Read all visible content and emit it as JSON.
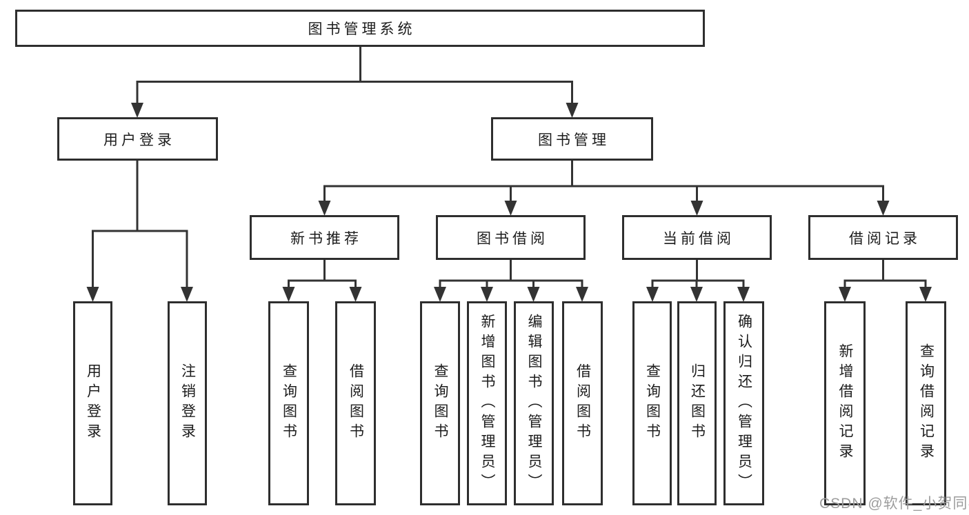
{
  "colors": {
    "line": "#333333",
    "box_border": "#2e2e2e",
    "text": "#1c1c1c",
    "watermark": "#9c9c9c",
    "background": "#ffffff"
  },
  "tree": {
    "root": {
      "label": "图书管理系统",
      "children": [
        {
          "label": "用户登录",
          "children": [
            {
              "label": "用户登录"
            },
            {
              "label": "注销登录"
            }
          ]
        },
        {
          "label": "图书管理",
          "children": [
            {
              "label": "新书推荐",
              "children": [
                {
                  "label": "查询图书"
                },
                {
                  "label": "借阅图书"
                }
              ]
            },
            {
              "label": "图书借阅",
              "children": [
                {
                  "label": "查询图书"
                },
                {
                  "label": "新增图书（管理员）"
                },
                {
                  "label": "编辑图书（管理员）"
                },
                {
                  "label": "借阅图书"
                }
              ]
            },
            {
              "label": "当前借阅",
              "children": [
                {
                  "label": "查询图书"
                },
                {
                  "label": "归还图书"
                },
                {
                  "label": "确认归还（管理员）"
                }
              ]
            },
            {
              "label": "借阅记录",
              "children": [
                {
                  "label": "新增借阅记录"
                },
                {
                  "label": "查询借阅记录"
                }
              ]
            }
          ]
        }
      ]
    }
  },
  "watermark": {
    "text": "CSDN @软件_小贺同学"
  }
}
